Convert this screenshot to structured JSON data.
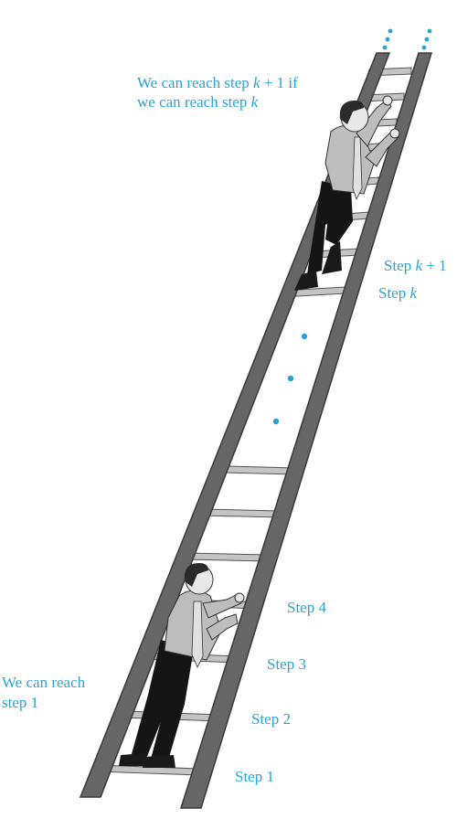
{
  "top_caption": {
    "line1": {
      "pre": "We can reach step ",
      "var": "k",
      "post": " + 1 if"
    },
    "line2": {
      "pre": "we can reach step ",
      "var": "k",
      "post": ""
    }
  },
  "bottom_caption": {
    "line1": "We can reach",
    "line2": "step 1"
  },
  "step_labels": {
    "step_k_plus_1": {
      "pre": "Step ",
      "var": "k",
      "post": " + 1"
    },
    "step_k": {
      "pre": "Step ",
      "var": "k",
      "post": ""
    },
    "step_4": "Step 4",
    "step_3": "Step 3",
    "step_2": "Step 2",
    "step_1": "Step 1"
  },
  "colors": {
    "accent": "#29a3d6",
    "ladder_rail": "#666666",
    "ladder_rail_edge": "#3a3a3a",
    "rung": "#c4c4c4",
    "shirt": "#bdbdbd",
    "trousers": "#151515",
    "hair": "#2a2a2a",
    "skin": "#e8e8e8"
  }
}
